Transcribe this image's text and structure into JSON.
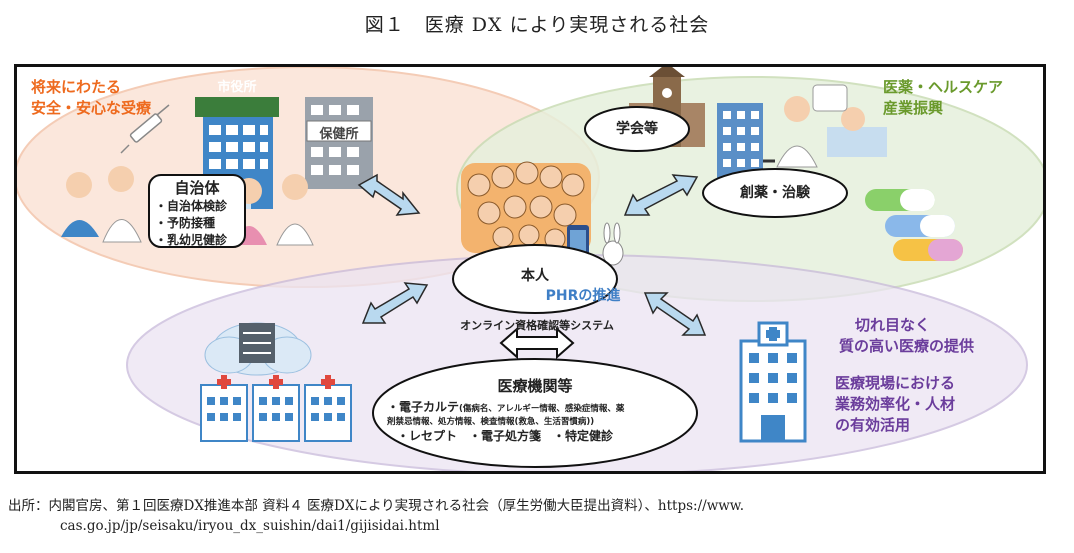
{
  "figure": {
    "title": "図１　医療 DX により実現される社会"
  },
  "zones": {
    "orange": {
      "heading": [
        "将来にわたる",
        "安全・安心な受療"
      ],
      "sign_city": "市役所",
      "sign_health": "保健所",
      "box_title": "自治体",
      "box_items": [
        "・自治体検診",
        "・予防接種",
        "・乳幼児健診"
      ]
    },
    "green": {
      "heading": [
        "医薬・ヘルスケア",
        "産業振興"
      ],
      "academic": "学会等",
      "trial": "創薬・治験"
    },
    "purple": {
      "heading1": [
        "切れ目なく",
        "質の高い医療の提供"
      ],
      "heading2": [
        "医療現場における",
        "業務効率化・人材",
        "の有効活用"
      ],
      "system_label": "オンライン資格確認等システム",
      "box_title": "医療機関等",
      "box_line1": "・電子カルテ",
      "box_line1_detail": "(傷病名、アレルギー情報、感染症情報、薬",
      "box_line2": "剤禁忌情報、処方情報、検査情報(救急、生活習慣病))",
      "box_line3": "・レセプト　・電子処方箋　・特定健診"
    },
    "center": {
      "person": "本人",
      "phr": "PHRの推進"
    }
  },
  "source": {
    "line1": "出所：内閣官房、第１回医療DX推進本部 資料４ 医療DXにより実現される社会（厚生労働大臣提出資料）、https://www.",
    "line2": "cas.go.jp/jp/seisaku/iryou_dx_suishin/dai1/gijisidai.html"
  },
  "colors": {
    "orange_fill": "#fbe3d6",
    "orange_text": "#ee6a1e",
    "green_fill": "#e6f0dc",
    "green_text": "#6a9a2c",
    "purple_fill": "#ebe4f2",
    "purple_text": "#6b3d9c",
    "arrow_fill": "#b9d9ef",
    "building_blue": "#3f86c7"
  }
}
